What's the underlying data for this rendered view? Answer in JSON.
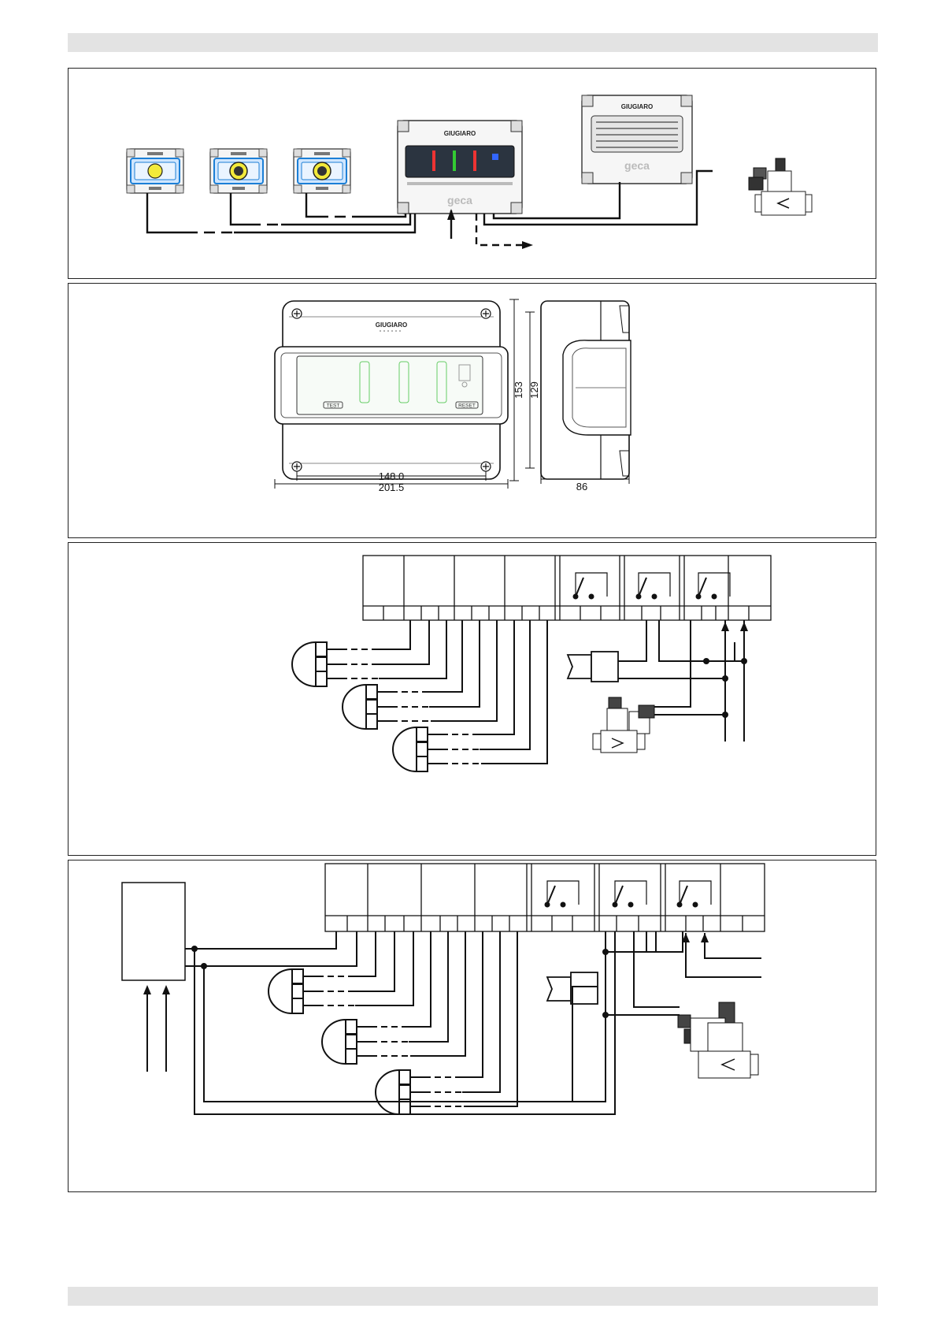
{
  "header_bar": {},
  "footer_bar": {},
  "system_overview": {
    "brand_label": "GIUGIARO",
    "logo_text": "geca"
  },
  "dimension_drawing": {
    "brand_label": "GIUGIARO",
    "test_label": "TEST",
    "reset_label": "RESET",
    "dim_inner_width": "148.0",
    "dim_outer_width": "201.5",
    "dim_height_outer": "153",
    "dim_height_inner": "129",
    "dim_depth": "86"
  },
  "wiring_diagram_1": {},
  "wiring_diagram_2": {}
}
